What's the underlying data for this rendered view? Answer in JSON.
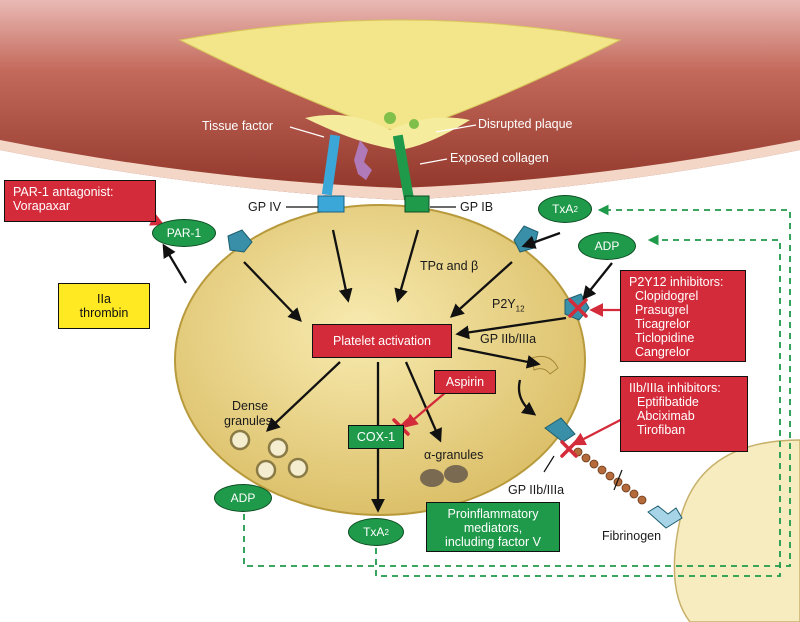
{
  "colors": {
    "red": "#d42b3a",
    "green": "#1f9a4a",
    "yellow": "#ffe923",
    "cell_fill": "#f0dc8a",
    "vessel": "#9b3a2c"
  },
  "labels": {
    "tissue_factor": "Tissue factor",
    "disrupted_plaque": "Disrupted plaque",
    "exposed_collagen": "Exposed collagen",
    "gp_iv": "GP IV",
    "gp_ib": "GP IB",
    "tp_alpha_beta": "TPα and β",
    "p2y12_main": "P2Y",
    "p2y12_sub": "12",
    "gp_iib_iiia_top": "GP IIb/IIIa",
    "gp_iib_iiia_bottom": "GP IIb/IIIa",
    "dense_granules_1": "Dense",
    "dense_granules_2": "granules",
    "alpha_granules": "α-granules",
    "fibrinogen": "Fibrinogen"
  },
  "boxes": {
    "par1_antagonist": [
      "PAR-1 antagonist:",
      "Vorapaxar"
    ],
    "iia_thrombin": [
      "IIa",
      "thrombin"
    ],
    "platelet_activation": "Platelet activation",
    "aspirin": "Aspirin",
    "cox1": "COX-1",
    "p2y12_inhibitors": [
      "P2Y12 inhibitors:",
      "Clopidogrel",
      "Prasugrel",
      "Ticagrelor",
      "Ticlopidine",
      "Cangrelor"
    ],
    "iib_iiia_inhibitors": [
      "IIb/IIIa inhibitors:",
      "Eptifibatide",
      "Abciximab",
      "Tirofiban"
    ],
    "proinflammatory": [
      "Proinflammatory",
      "mediators,",
      "including factor V"
    ]
  },
  "pills": {
    "par1": "PAR-1",
    "txa2_top_main": "TxA",
    "txa2_top_sub": "2",
    "adp_right": "ADP",
    "adp_bottom": "ADP",
    "txa2_bottom_main": "TxA",
    "txa2_bottom_sub": "2"
  }
}
